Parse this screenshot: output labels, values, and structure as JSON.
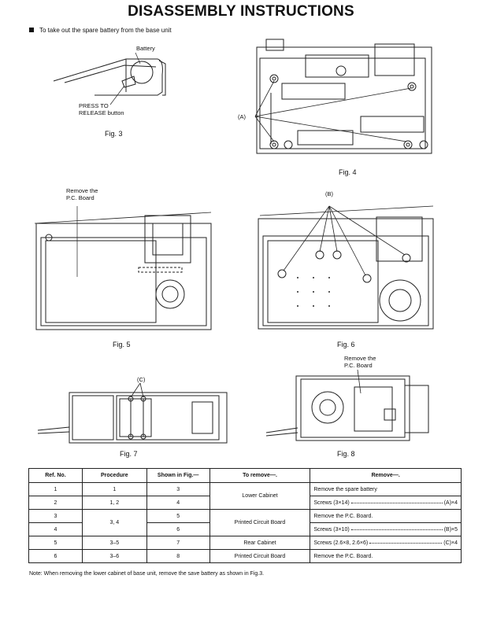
{
  "title": "DISASSEMBLY INSTRUCTIONS",
  "intro": "To take out the spare battery from the base unit",
  "figures": {
    "fig3": {
      "caption": "Fig. 3",
      "label_battery": "Battery",
      "label_press_1": "PRESS TO",
      "label_press_2": "RELEASE button"
    },
    "fig4": {
      "caption": "Fig. 4",
      "label_a": "(A)"
    },
    "fig5": {
      "caption": "Fig. 5",
      "label_remove_1": "Remove the",
      "label_remove_2": "P.C. Board"
    },
    "fig6": {
      "caption": "Fig. 6",
      "label_b": "(B)"
    },
    "fig7": {
      "caption": "Fig. 7",
      "label_c": "(C)"
    },
    "fig8": {
      "caption": "Fig. 8",
      "label_remove_1": "Remove the",
      "label_remove_2": "P.C. Board"
    }
  },
  "table": {
    "headers": [
      "Ref. No.",
      "Procedure",
      "Shown in Fig.—",
      "To remove—.",
      "Remove—."
    ],
    "rows": [
      {
        "ref": "1",
        "procedure": "1",
        "fig": "3",
        "to_remove": "Lower Cabinet",
        "remove": "Remove the spare battery",
        "remove_tail": ""
      },
      {
        "ref": "2",
        "procedure": "1, 2",
        "fig": "4",
        "to_remove": "",
        "remove": "Screws (3×14)",
        "remove_tail": "(A)×4"
      },
      {
        "ref": "3",
        "procedure": "3, 4",
        "fig": "5",
        "to_remove": "Printed Circuit Board",
        "remove": "Remove the P.C. Board.",
        "remove_tail": ""
      },
      {
        "ref": "4",
        "procedure": "",
        "fig": "6",
        "to_remove": "",
        "remove": "Screws (3×10)",
        "remove_tail": "(B)×5"
      },
      {
        "ref": "5",
        "procedure": "3–5",
        "fig": "7",
        "to_remove": "Rear Cabinet",
        "remove": "Screws (2.6×8, 2.6×6)",
        "remove_tail": "(C)×4"
      },
      {
        "ref": "6",
        "procedure": "3–6",
        "fig": "8",
        "to_remove": "Printed Circuit Board",
        "remove": "Remove the P.C. Board.",
        "remove_tail": ""
      }
    ]
  },
  "note": "Note: When removing the lower cabinet of base unit, remove the save battery as shown in Fig.3."
}
